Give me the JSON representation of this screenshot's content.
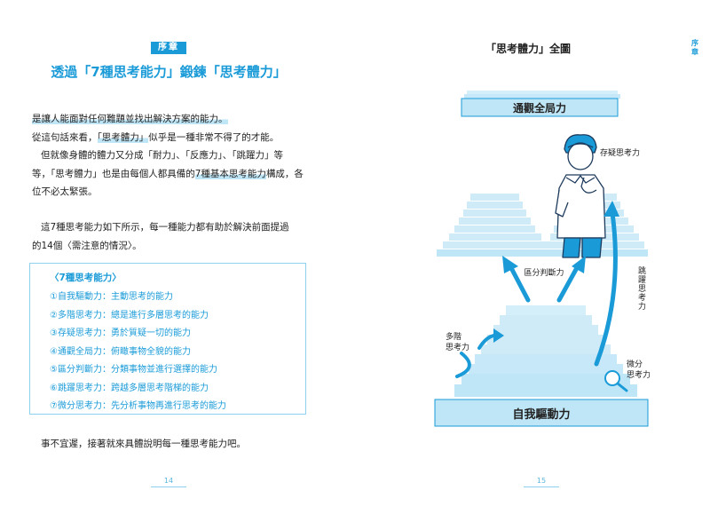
{
  "left_page": {
    "chapter_tag": "序章",
    "title": "透過「7種思考能力」鍛鍊「思考體力」",
    "para1": {
      "line1": "是讓人能面對任何難題並找出解決方案的能力。",
      "line2_pre": "從這句話來看，",
      "line2_hl": "「思考體力」",
      "line2_post": "似乎是一種非常不得了的才能。",
      "line3": "但就像身體的體力又分成「耐力」、「反應力」、「跳躍力」等",
      "line4_pre": "等，「思考體力」也是由每個人都具備的",
      "line4_hl": "7種基本思考能力",
      "line4_post": "構成，各",
      "line5": "位不必太緊張。"
    },
    "para2": {
      "line1": "這7種思考能力如下所示，每一種能力都有助於解決前面提過",
      "line2": "的14個〈需注意的情況〉。"
    },
    "box": {
      "title": "〈7種思考能力〉",
      "items": [
        "①自我驅動力：主動思考的能力",
        "②多階思考力：總是進行多層思考的能力",
        "③存疑思考力：勇於質疑一切的能力",
        "④通觀全局力：俯瞰事物全貌的能力",
        "⑤區分判斷力：分類事物並進行選擇的能力",
        "⑥跳躍思考力：跨越多層思考階梯的能力",
        "⑦微分思考力：先分析事物再進行思考的能力"
      ]
    },
    "closing": "事不宜遲，接著就來具體說明每一種思考能力吧。",
    "page_number": "14"
  },
  "right_page": {
    "title": "「思考體力」全圖",
    "side_tab": "序章",
    "diagram": {
      "top_label": "通觀全局力",
      "bottom_label": "自我驅動力",
      "doubt_label": "存疑思考力",
      "judge_label": "區分判斷力",
      "jump_label": "跳躍思考力",
      "multi_label_1": "多階",
      "multi_label_2": "思考力",
      "diff_label_1": "微分",
      "diff_label_2": "思考力"
    },
    "page_number": "15"
  },
  "colors": {
    "accent": "#1a9bd8",
    "light": "#bfe6f7"
  }
}
